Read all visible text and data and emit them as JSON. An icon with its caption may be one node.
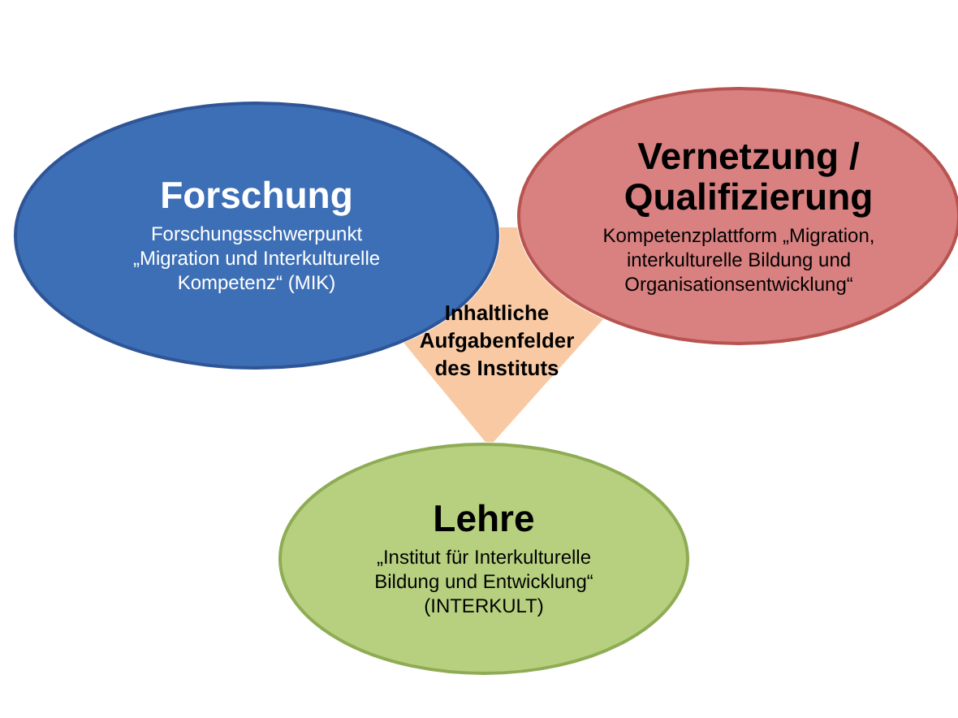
{
  "diagram": {
    "nodes": [
      {
        "text": [
          "Forschung",
          "Forschungsschwerpunkt „Migration und Interkulturelle Kompetenz“ (MIK)"
        ]
      },
      {
        "text": [
          "Vernetzung / Qualifizierung",
          "Kompetenzplattform „Migration, interkulturelle Bildung und Organisationsentwicklung“"
        ]
      },
      {
        "text": [
          "Inhaltliche Aufgabenfelder des Instituts"
        ]
      },
      {
        "text": [
          "Lehre",
          "„Institut für Interkulturelle Bildung und Entwicklung“ (INTERKULT)"
        ]
      }
    ]
  }
}
